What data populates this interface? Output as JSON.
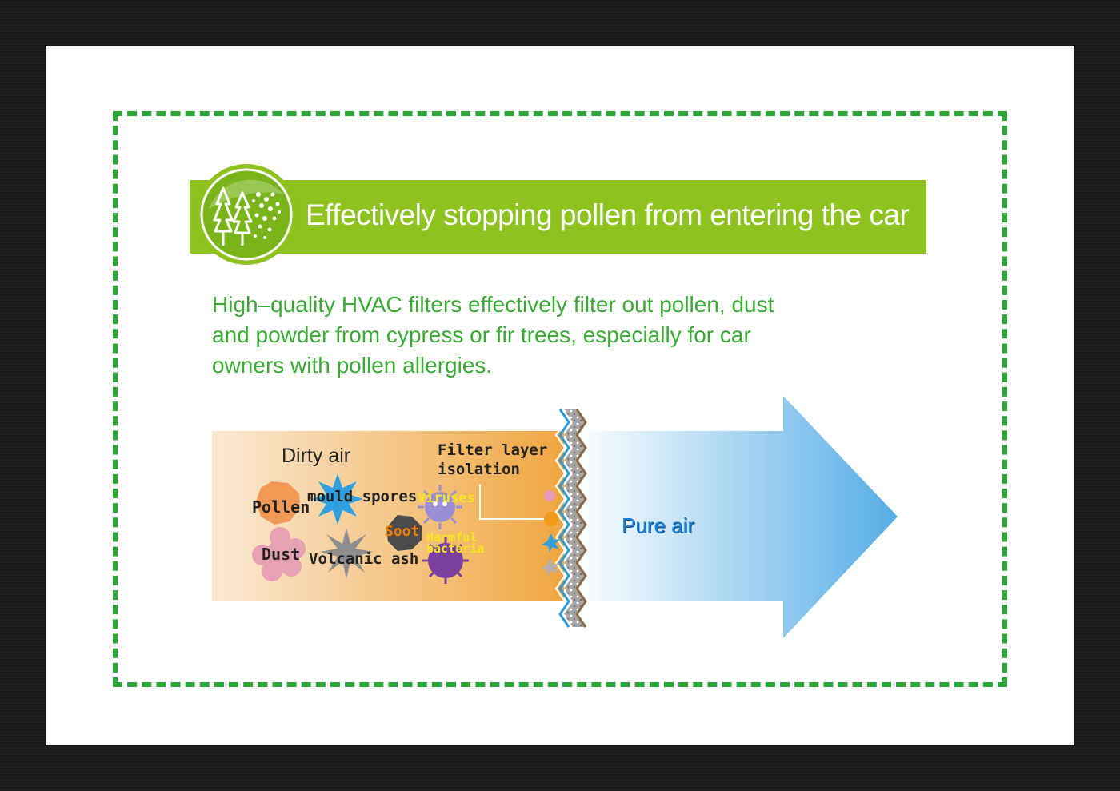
{
  "header": {
    "title": "Effectively stopping pollen from entering the car",
    "icon": "trees-pollen-icon"
  },
  "intro": {
    "lines": [
      "High–quality HVAC filters effectively filter out pollen, dust",
      "and powder from cypress or fir trees, especially for car",
      "owners with pollen allergies."
    ]
  },
  "diagram": {
    "dirty_air": "Dirty air",
    "filter_label": [
      "Filter layer",
      "isolation"
    ],
    "particles": {
      "pollen": "Pollen",
      "mould_spores": "mould spores",
      "viruses": "Viruses",
      "soot": "Soot",
      "harmful_bacteria": [
        "Harmful",
        "bacteria"
      ],
      "dust": "Dust",
      "volcanic_ash": "Volcanic ash"
    },
    "pure_air": "Pure air"
  },
  "colors": {
    "banner": "#8dc21f",
    "border": "#2aa836",
    "intro_text": "#3aaa35",
    "dirty_start": "#fbe9d4",
    "dirty_end": "#f0a640",
    "pure_arrow": "#56ade6",
    "pure_text": "#1a7fd0"
  }
}
